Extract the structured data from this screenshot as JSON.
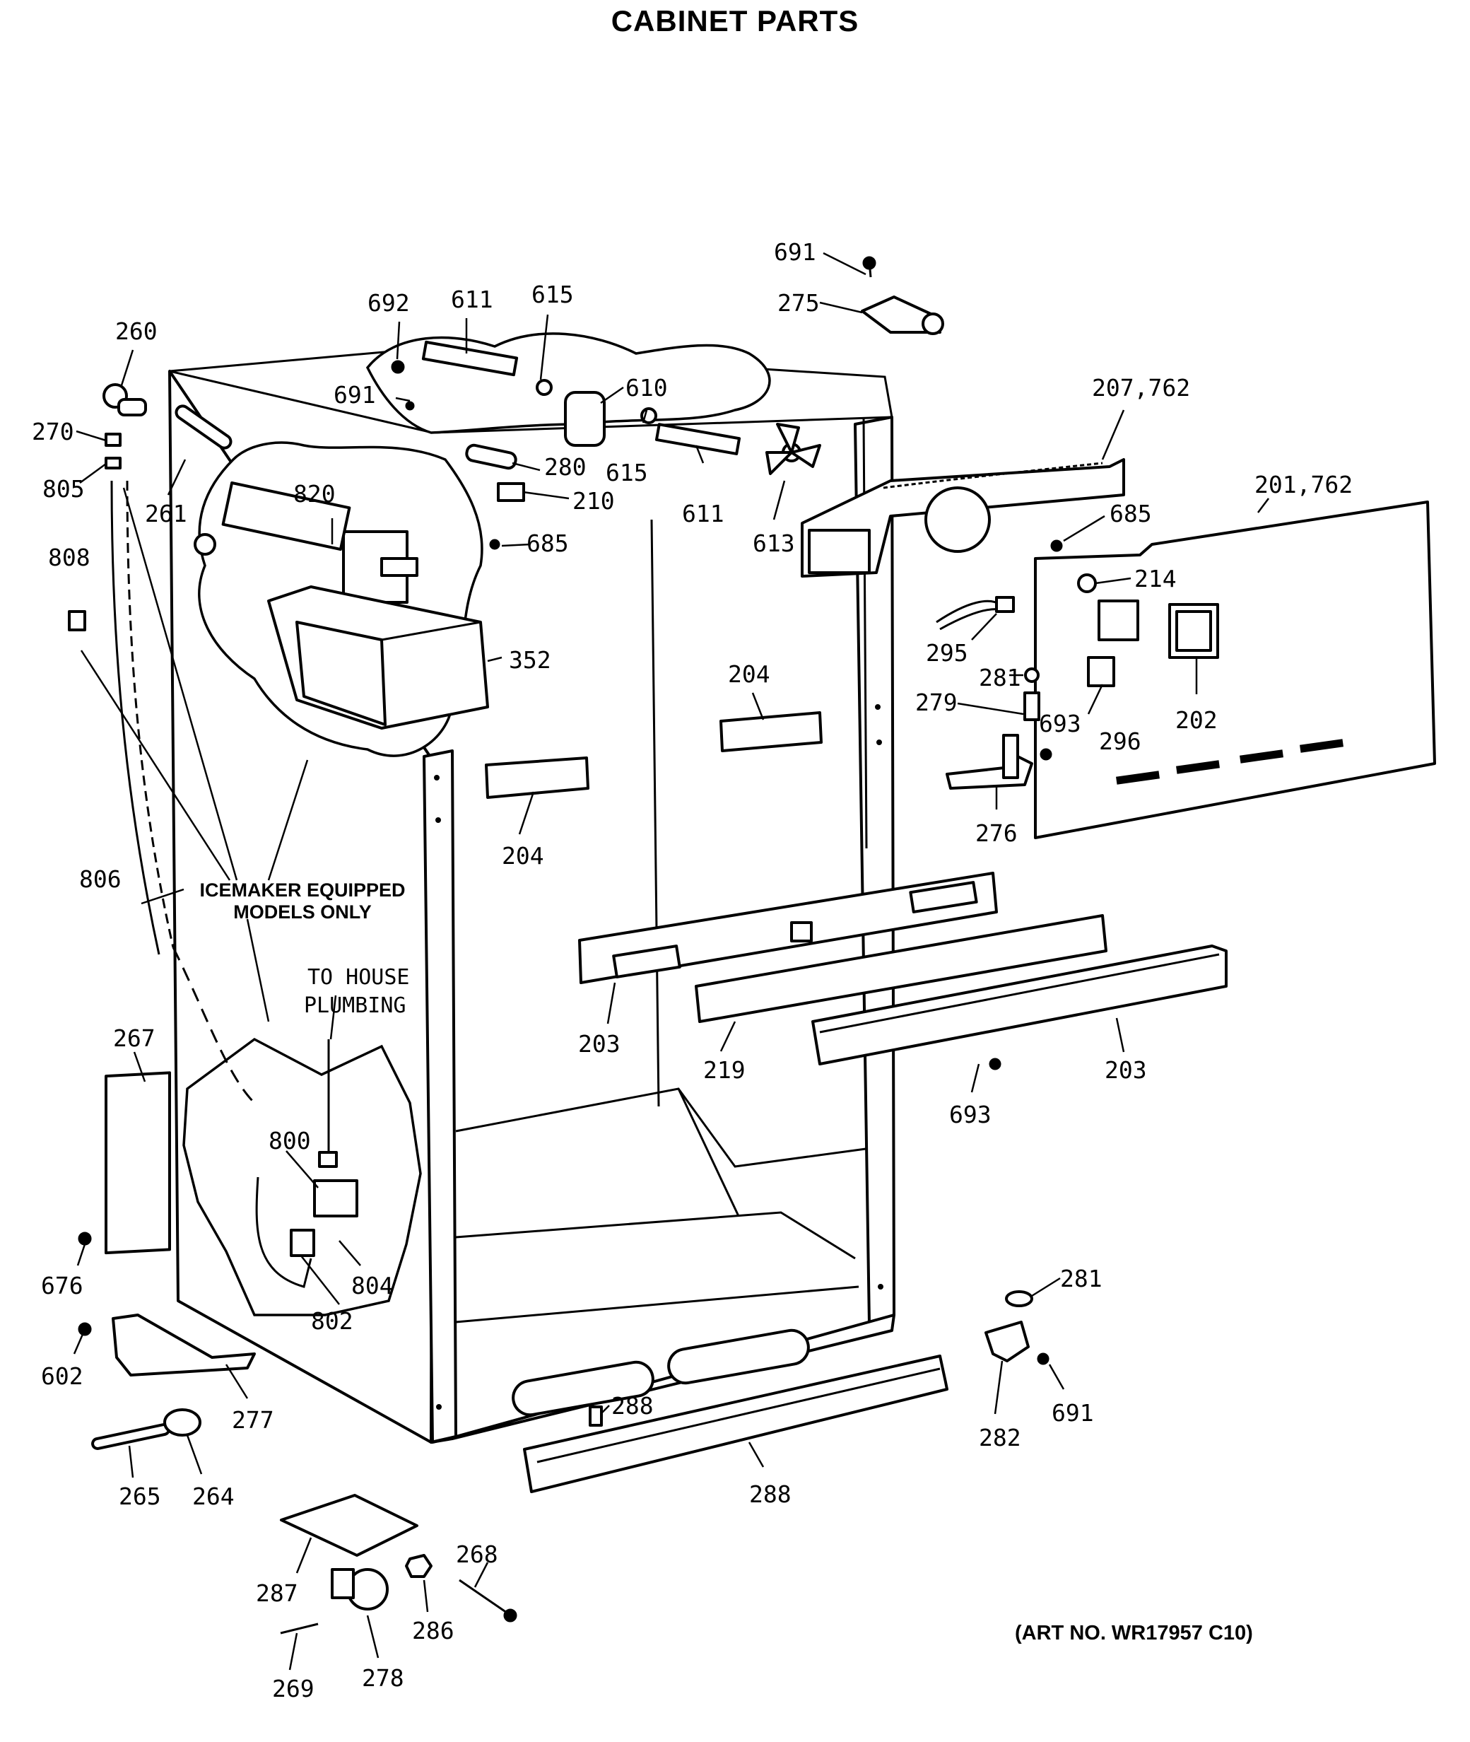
{
  "title": "CABINET PARTS",
  "art_number": "(ART NO. WR17957 C10)",
  "callout_icemaker": [
    "ICEMAKER EQUIPPED",
    "MODELS ONLY"
  ],
  "callout_plumbing": [
    "TO HOUSE",
    "PLUMBING"
  ],
  "labels": {
    "p691a": "691",
    "p275": "275",
    "p692": "692",
    "p611a": "611",
    "p615a": "615",
    "p610": "610",
    "p691b": "691",
    "p615b": "615",
    "p611b": "611",
    "p280": "280",
    "p210": "210",
    "p613": "613",
    "p207": "207,762",
    "p201": "201,762",
    "p685a": "685",
    "p685b": "685",
    "p214": "214",
    "p295": "295",
    "p281a": "281",
    "p279": "279",
    "p693a": "693",
    "p296": "296",
    "p202": "202",
    "p276": "276",
    "p260": "260",
    "p270": "270",
    "p805": "805",
    "p261": "261",
    "p808": "808",
    "p820": "820",
    "p352": "352",
    "p204a": "204",
    "p204b": "204",
    "p806": "806",
    "p203a": "203",
    "p219": "219",
    "p203b": "203",
    "p693b": "693",
    "p267": "267",
    "p800": "800",
    "p804": "804",
    "p802": "802",
    "p676": "676",
    "p602": "602",
    "p277": "277",
    "p265": "265",
    "p264": "264",
    "p288a": "288",
    "p288b": "288",
    "p281b": "281",
    "p282": "282",
    "p691c": "691",
    "p287": "287",
    "p268": "268",
    "p286": "286",
    "p278": "278",
    "p269": "269"
  }
}
